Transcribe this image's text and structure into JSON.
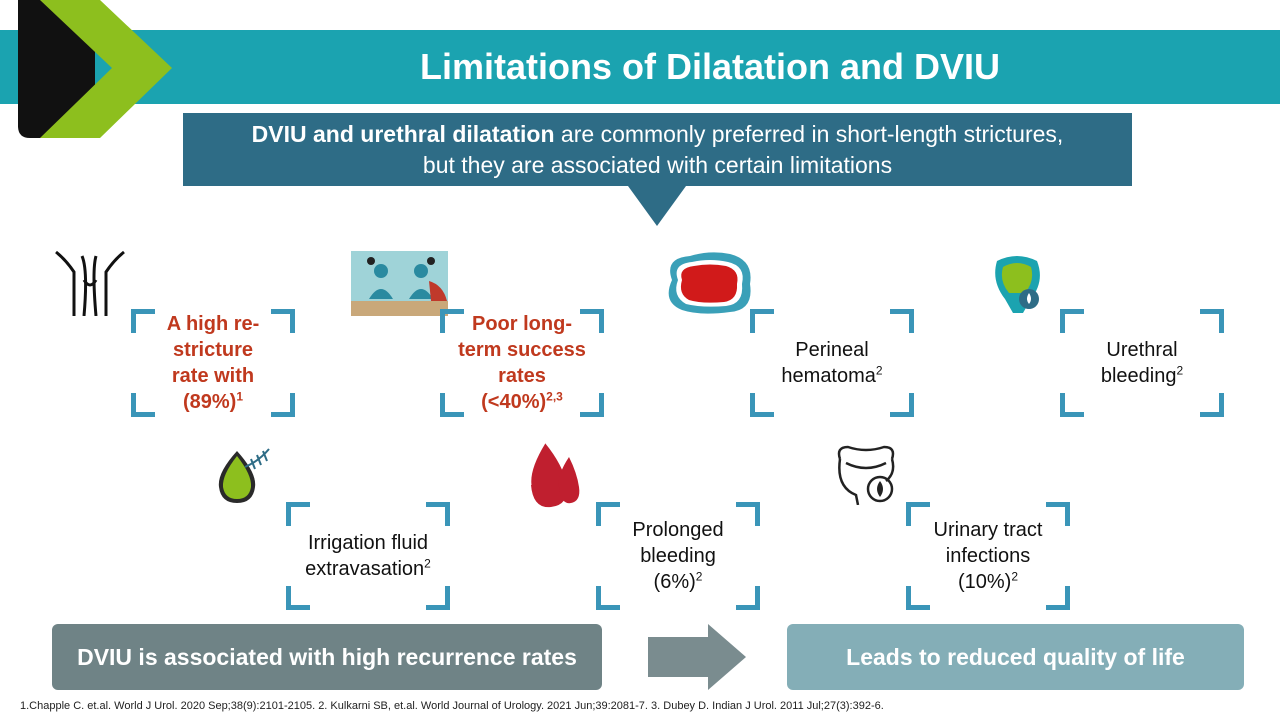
{
  "title": "Limitations of Dilatation and DVIU",
  "intro": {
    "bold": "DVIU and urethral dilatation",
    "rest": " are commonly preferred in short-length strictures,",
    "line2": "but they are associated with certain limitations"
  },
  "limitations": [
    {
      "lines": [
        "A high re-",
        "stricture",
        "rate with",
        "(89%)"
      ],
      "ref": "1",
      "highlight": true
    },
    {
      "lines": [
        "Poor long-",
        "term success",
        "rates",
        "(<40%)"
      ],
      "ref": "2,3",
      "highlight": true
    },
    {
      "lines": [
        "Perineal",
        "hematoma"
      ],
      "ref": "2",
      "highlight": false
    },
    {
      "lines": [
        "Urethral",
        "bleeding"
      ],
      "ref": "2",
      "highlight": false
    },
    {
      "lines": [
        "Irrigation fluid",
        "extravasation"
      ],
      "ref": "2",
      "highlight": false
    },
    {
      "lines": [
        "Prolonged",
        "bleeding",
        "(6%)"
      ],
      "ref": "2",
      "highlight": false
    },
    {
      "lines": [
        "Urinary tract",
        "infections",
        "(10%)"
      ],
      "ref": "2",
      "highlight": false
    }
  ],
  "bottom": {
    "left": "DVIU is associated with high recurrence rates",
    "right": "Leads to reduced quality of life"
  },
  "references": "1.Chapple C. et.al. World J Urol. 2020 Sep;38(9):2101-2105. 2. Kulkarni SB, et.al. World Journal of Urology. 2021 Jun;39:2081-7. 3. Dubey D. Indian J Urol. 2011 Jul;27(3):392-6.",
  "colors": {
    "title_bar": "#1ba3b0",
    "intro_bg": "#2e6c86",
    "bracket": "#3a95b8",
    "highlight_text": "#c0391e",
    "bottom_left": "#6f8386",
    "bottom_right": "#84aeb7",
    "logo_green": "#8dbf1e"
  },
  "icons": [
    "urethra-icon",
    "surgery-scene-icon",
    "hematoma-icon",
    "bladder-bleeding-icon",
    "fluid-drop-icon",
    "blood-drops-icon",
    "infection-bladder-icon"
  ]
}
